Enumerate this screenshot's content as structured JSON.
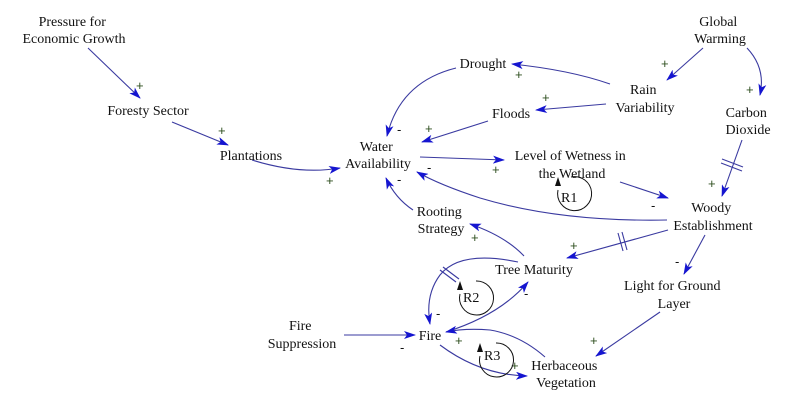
{
  "diagram": {
    "type": "causal-loop-diagram",
    "colors": {
      "link": "#3a3aa0",
      "arrowhead": "#1515d0",
      "text": "#111111",
      "positive": "#2f4f1f"
    },
    "nodes": {
      "pressure": [
        "Pressure for",
        "Economic Growth"
      ],
      "forestry": [
        "Foresty Sector"
      ],
      "plantations": [
        "Plantations"
      ],
      "water": [
        "Water",
        "Availability"
      ],
      "drought": [
        "Drought"
      ],
      "floods": [
        "Floods"
      ],
      "rain": [
        "Rain",
        "Variability"
      ],
      "global": [
        "Global",
        "Warming"
      ],
      "carbon": [
        "Carbon",
        "Dioxide"
      ],
      "wetness": [
        "Level of Wetness in",
        "the Wetland"
      ],
      "woody": [
        "Woody",
        "Establishment"
      ],
      "rooting": [
        "Rooting",
        "Strategy"
      ],
      "tree": [
        "Tree Maturity"
      ],
      "light": [
        "Light for Ground",
        "Layer"
      ],
      "suppression": [
        "Fire",
        "Suppression"
      ],
      "fire": [
        "Fire"
      ],
      "herb": [
        "Herbaceous",
        "Vegetation"
      ]
    },
    "loops": {
      "r1": "R1",
      "r2": "R2",
      "r3": "R3"
    },
    "links": [
      {
        "from": "Pressure for Economic Growth",
        "to": "Foresty Sector",
        "polarity": "+"
      },
      {
        "from": "Foresty Sector",
        "to": "Plantations",
        "polarity": "+"
      },
      {
        "from": "Plantations",
        "to": "Water Availability",
        "polarity": "+"
      },
      {
        "from": "Global Warming",
        "to": "Rain Variability",
        "polarity": "+"
      },
      {
        "from": "Global Warming",
        "to": "Carbon Dioxide",
        "polarity": "+"
      },
      {
        "from": "Rain Variability",
        "to": "Drought",
        "polarity": "+"
      },
      {
        "from": "Rain Variability",
        "to": "Floods",
        "polarity": "+"
      },
      {
        "from": "Drought",
        "to": "Water Availability",
        "polarity": "-"
      },
      {
        "from": "Floods",
        "to": "Water Availability",
        "polarity": "+"
      },
      {
        "from": "Water Availability",
        "to": "Level of Wetness in the Wetland",
        "polarity": "+"
      },
      {
        "from": "Level of Wetness in the Wetland",
        "to": "Woody Establishment",
        "polarity": "-"
      },
      {
        "from": "Woody Establishment",
        "to": "Water Availability",
        "polarity": "-"
      },
      {
        "from": "Carbon Dioxide",
        "to": "Woody Establishment",
        "polarity": "+",
        "delay": true
      },
      {
        "from": "Woody Establishment",
        "to": "Tree Maturity",
        "polarity": "+",
        "delay": true
      },
      {
        "from": "Woody Establishment",
        "to": "Light for Ground Layer",
        "polarity": "-"
      },
      {
        "from": "Tree Maturity",
        "to": "Rooting Strategy",
        "polarity": "+"
      },
      {
        "from": "Rooting Strategy",
        "to": "Water Availability",
        "polarity": "-"
      },
      {
        "from": "Tree Maturity",
        "to": "Fire",
        "polarity": "-",
        "delay": true
      },
      {
        "from": "Fire",
        "to": "Tree Maturity",
        "polarity": "-"
      },
      {
        "from": "Fire Suppression",
        "to": "Fire",
        "polarity": "-"
      },
      {
        "from": "Fire",
        "to": "Herbaceous Vegetation",
        "polarity": "+"
      },
      {
        "from": "Herbaceous Vegetation",
        "to": "Fire",
        "polarity": "+"
      },
      {
        "from": "Light for Ground Layer",
        "to": "Herbaceous Vegetation",
        "polarity": "+"
      }
    ],
    "polarity_marks": {
      "p1": "+",
      "p2": "+",
      "p3": "+",
      "p4": "+",
      "p5": "+",
      "p6": "+",
      "p7": "+",
      "n8": "-",
      "p9": "+",
      "p10": "+",
      "n11": "-",
      "n12": "-",
      "p13": "+",
      "p14": "+",
      "n15": "-",
      "p16": "+",
      "n17": "-",
      "n18": "-",
      "n19": "-",
      "n20": "-",
      "p21": "+",
      "p22": "+",
      "p23": "+"
    }
  }
}
